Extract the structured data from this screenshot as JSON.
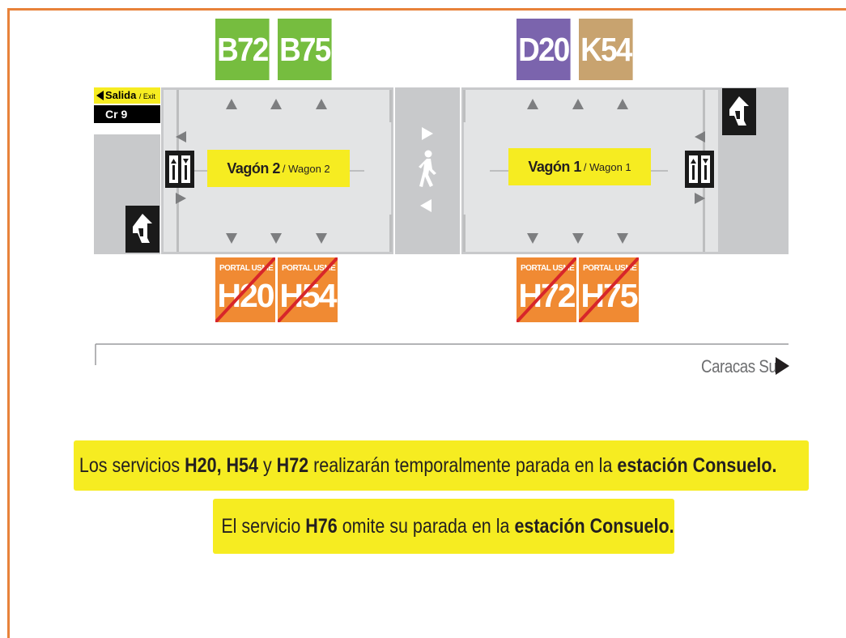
{
  "top_routes_left": [
    "B72",
    "B75"
  ],
  "top_routes_right": [
    "D20",
    "K54"
  ],
  "bottom_routes_left": [
    {
      "portal": "PORTAL USME",
      "code": "H20"
    },
    {
      "portal": "PORTAL USME",
      "code": "H54"
    }
  ],
  "bottom_routes_right": [
    {
      "portal": "PORTAL USME",
      "code": "H72"
    },
    {
      "portal": "PORTAL USME",
      "code": "H75"
    }
  ],
  "wagon2": {
    "main": "Vagón 2",
    "sub": "/ Wagon 2"
  },
  "wagon1": {
    "main": "Vagón 1",
    "sub": "/ Wagon 1"
  },
  "exit": {
    "label": "Salida",
    "sub": "/ Exit",
    "street": "Cr 9"
  },
  "direction": "Caracas Sur",
  "notice1": {
    "p1": "Los servicios ",
    "r1": "H20, H54",
    "p2": " y ",
    "r2": "H72",
    "p3": " realizarán temporalmente parada en la ",
    "station": "estación Consuelo."
  },
  "notice2": {
    "p1": "El servicio ",
    "r1": "H76",
    "p2": " omite su parada en la ",
    "station": "estación Consuelo."
  },
  "colors": {
    "frame": "#e8823a",
    "green": "#76bd3f",
    "purple": "#7b64ad",
    "tan": "#c8a36f",
    "orange": "#f08a33",
    "yellow": "#f6ec21",
    "strike": "#d7262a"
  },
  "icons": [
    "walking-person-icon",
    "elevator-icon",
    "accessible-access-icon",
    "turnstile-icon"
  ]
}
